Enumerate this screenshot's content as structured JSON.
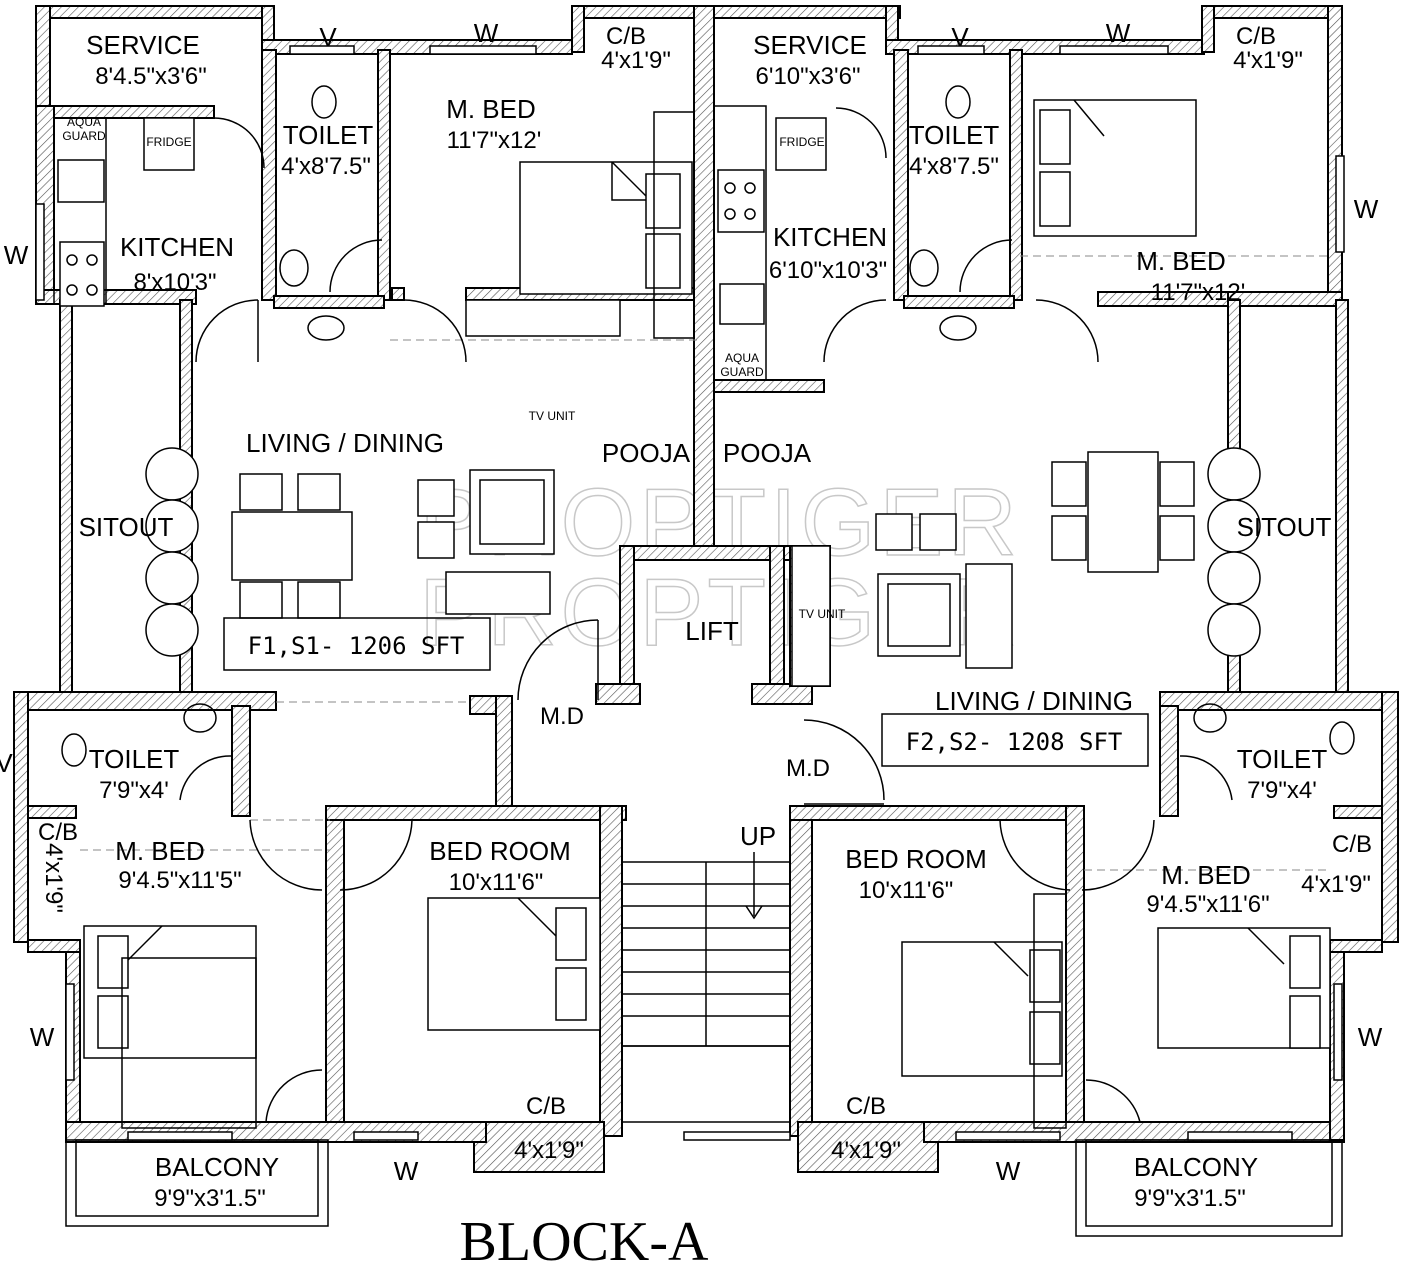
{
  "title": "BLOCK-A",
  "watermark": "PROPTIGER",
  "flats": {
    "left": {
      "service": {
        "name": "SERVICE",
        "dim": "8'4.5\"x3'6\""
      },
      "kitchen": {
        "name": "KITCHEN",
        "dim": "8'x10'3\""
      },
      "aqua_guard": [
        "AQUA",
        "GUARD"
      ],
      "fridge": "FRIDGE",
      "toilet_top": {
        "name": "TOILET",
        "dim": "4'x8'7.5\""
      },
      "master_bed_top": {
        "name": "M. BED",
        "dim": "11'7\"x12'"
      },
      "cb_top": {
        "name": "C/B",
        "dim": "4'x1'9\""
      },
      "living": "LIVING / DINING",
      "tv_unit": "TV UNIT",
      "pooja": "POOJA",
      "sitout": "SITOUT",
      "area": "F1,S1- 1206 SFT",
      "toilet_bottom": {
        "name": "TOILET",
        "dim": "7'9\"x4'"
      },
      "master_bed_bottom": {
        "name": "M. BED",
        "dim": "9'4.5\"x11'5\""
      },
      "cb_side": {
        "name": "C/B",
        "dim": "4'x1'9\""
      },
      "bedroom": {
        "name": "BED ROOM",
        "dim": "10'x11'6\""
      },
      "cb_bottom": {
        "name": "C/B",
        "dim": "4'x1'9\""
      },
      "balcony": {
        "name": "BALCONY",
        "dim": "9'9\"x3'1.5\""
      },
      "main_door": "M.D"
    },
    "right": {
      "service": {
        "name": "SERVICE",
        "dim": "6'10\"x3'6\""
      },
      "kitchen": {
        "name": "KITCHEN",
        "dim": "6'10\"x10'3\""
      },
      "aqua_guard": [
        "AQUA",
        "GUARD"
      ],
      "fridge": "FRIDGE",
      "toilet_top": {
        "name": "TOILET",
        "dim": "4'x8'7.5\""
      },
      "master_bed_top": {
        "name": "M. BED",
        "dim": "11'7\"x12'"
      },
      "cb_top": {
        "name": "C/B",
        "dim": "4'x1'9\""
      },
      "living": "LIVING / DINING",
      "tv_unit": "TV UNIT",
      "pooja": "POOJA",
      "sitout": "SITOUT",
      "area": "F2,S2- 1208 SFT",
      "toilet_bottom": {
        "name": "TOILET",
        "dim": "7'9\"x4'"
      },
      "master_bed_bottom": {
        "name": "M. BED",
        "dim": "9'4.5\"x11'6\""
      },
      "cb_side": {
        "name": "C/B",
        "dim": "4'x1'9\""
      },
      "bedroom": {
        "name": "BED ROOM",
        "dim": "10'x11'6\""
      },
      "cb_bottom": {
        "name": "C/B",
        "dim": "4'x1'9\""
      },
      "balcony": {
        "name": "BALCONY",
        "dim": "9'9\"x3'1.5\""
      },
      "main_door": "M.D"
    }
  },
  "common": {
    "lift": "LIFT",
    "stairs_up": "UP"
  },
  "markers": {
    "window": "W",
    "ventilator": "V"
  }
}
